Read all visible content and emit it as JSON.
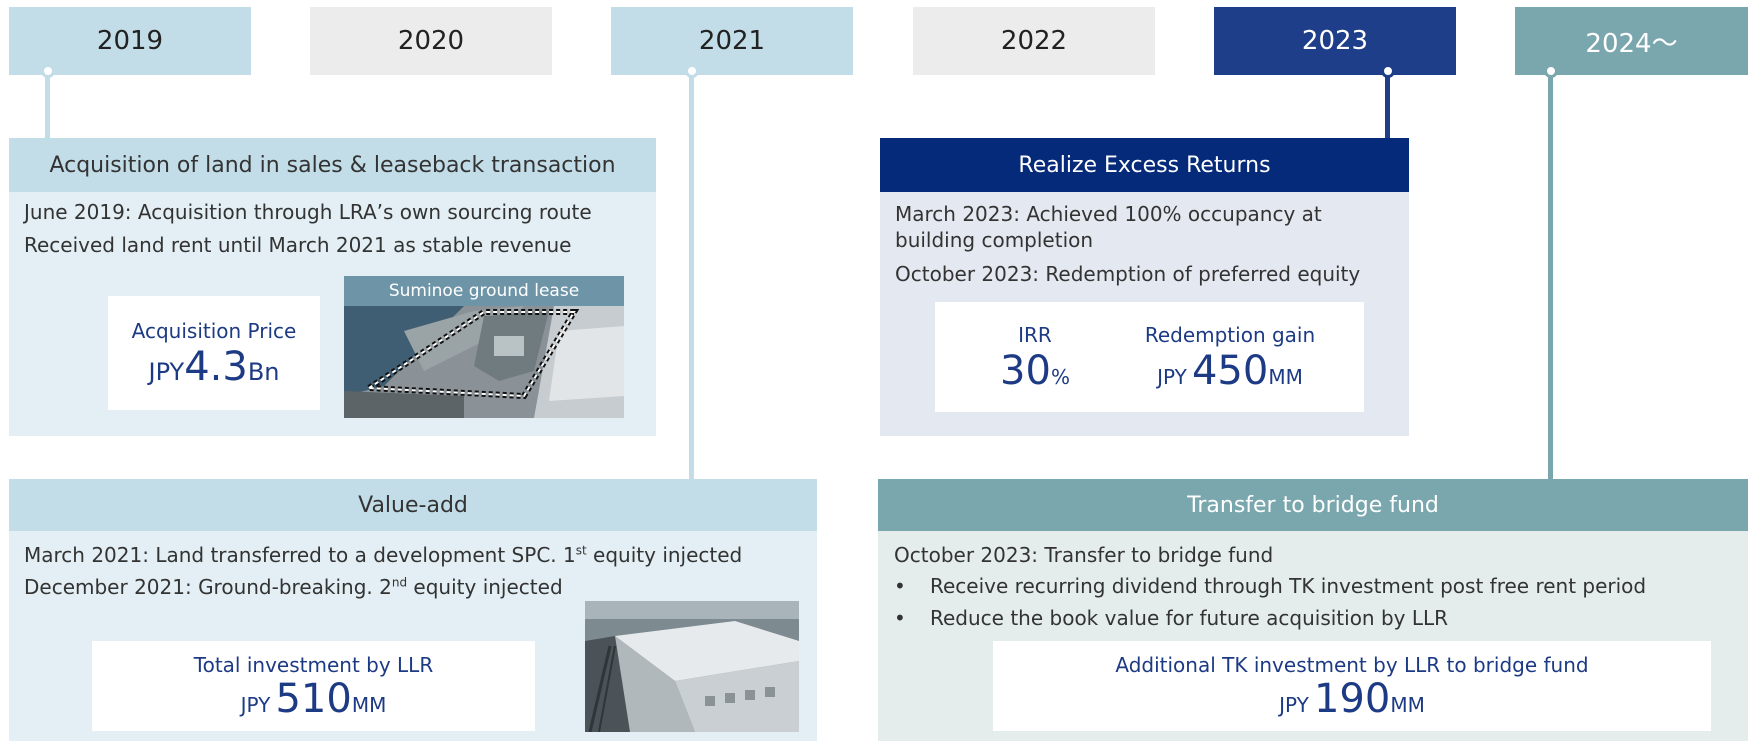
{
  "years": [
    "2019",
    "2020",
    "2021",
    "2022",
    "2023",
    "2024〜"
  ],
  "panel_land": {
    "title": "Acquisition of land in sales & leaseback transaction",
    "line1": "June 2019: Acquisition through LRA’s own sourcing route",
    "line2": "Received land rent until March 2021 as stable revenue",
    "kpi_label": "Acquisition Price",
    "kpi_prefix": "JPY",
    "kpi_value": "4.3",
    "kpi_unit": "Bn",
    "photo_caption": "Suminoe ground lease"
  },
  "panel_value": {
    "title": "Value-add",
    "line1_a": "March 2021: Land transferred to a development SPC. 1",
    "line1_sup": "st",
    "line1_b": " equity injected",
    "line2_a": "December 2021: Ground-breaking. 2",
    "line2_sup": "nd",
    "line2_b": " equity injected",
    "kpi_label": "Total investment by LLR",
    "kpi_prefix": "JPY",
    "kpi_value": "510",
    "kpi_unit": "MM"
  },
  "panel_returns": {
    "title": "Realize Excess Returns",
    "line1a": "March 2023: Achieved 100% occupancy at",
    "line1b": "building completion",
    "line2": "October 2023: Redemption of preferred equity",
    "irr_label": "IRR",
    "irr_value": "30",
    "irr_unit": "%",
    "gain_label": "Redemption gain",
    "gain_prefix": "JPY",
    "gain_value": "450",
    "gain_unit": "MM"
  },
  "panel_bridge": {
    "title": "Transfer to bridge fund",
    "line1": "October 2023: Transfer to bridge fund",
    "bullets": [
      "Receive recurring dividend through TK investment post free rent period",
      "Reduce the book value for future acquisition by LLR"
    ],
    "bullet_symbol": "•",
    "kpi_label": "Additional TK investment by LLR to bridge fund",
    "kpi_prefix": "JPY",
    "kpi_value": "190",
    "kpi_unit": "MM"
  },
  "colors": {
    "light_blue": "#c2dde8",
    "grey": "#ececec",
    "navy": "#1e3e8a",
    "teal": "#7aa7ad",
    "kpi_text": "#1d3a84"
  }
}
